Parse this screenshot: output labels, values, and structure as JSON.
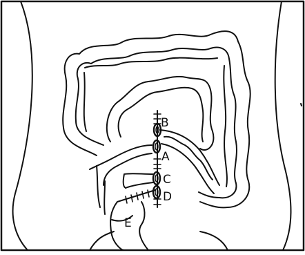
{
  "diagram": {
    "ink_color": "#111111",
    "background_color": "#ffffff",
    "labels": {
      "b": "B",
      "a": "A",
      "c": "C",
      "d": "D",
      "e": "E"
    }
  }
}
